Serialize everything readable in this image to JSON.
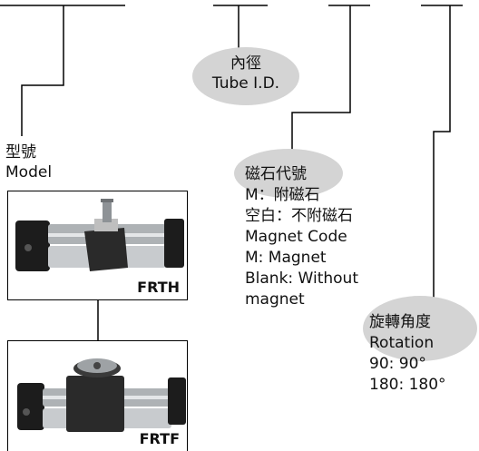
{
  "model": {
    "zh": "型號",
    "en": "Model"
  },
  "tube": {
    "zh": "內徑",
    "en": "Tube I.D."
  },
  "magnet": {
    "zh_title": "磁石代號",
    "zh_m": "M：附磁石",
    "zh_blank": "空白：不附磁石",
    "en_title": "Magnet Code",
    "en_m": "M: Magnet",
    "en_blank_1": "Blank: Without",
    "en_blank_2": "magnet"
  },
  "rotation": {
    "zh": "旋轉角度",
    "en": "Rotation",
    "opt1": "90: 90°",
    "opt2": "180: 180°"
  },
  "products": [
    {
      "label": "FRTH"
    },
    {
      "label": "FRTF"
    }
  ],
  "colors": {
    "oval_fill": "#d4d4d4",
    "line": "#000000",
    "metal": "#aeb2b5",
    "dark_metal": "#1c1c1c"
  }
}
